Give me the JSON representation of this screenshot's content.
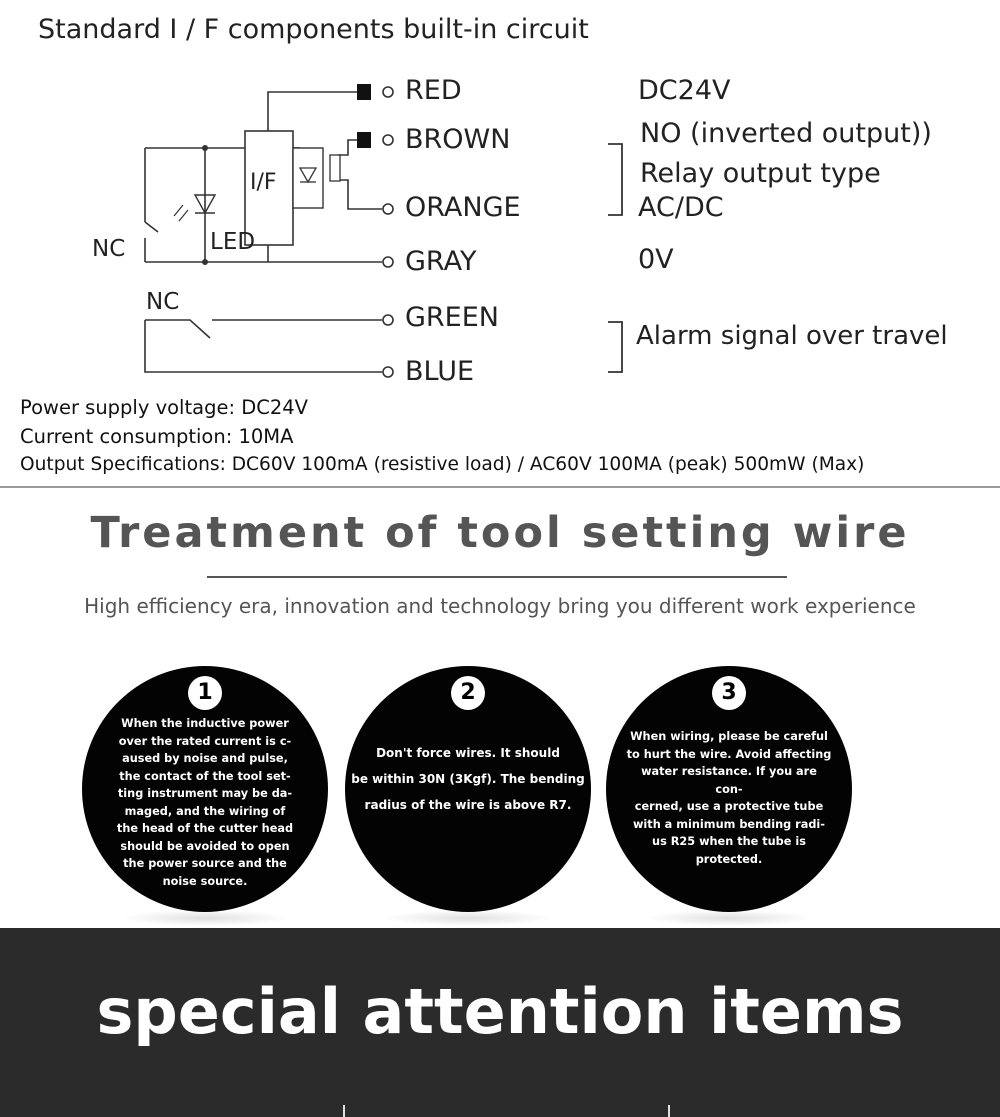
{
  "diagram": {
    "title": "Standard I / F components built-in circuit",
    "wires": [
      "RED",
      "BROWN",
      "ORANGE",
      "GRAY",
      "GREEN",
      "BLUE"
    ],
    "box_labels": {
      "if": "I/F",
      "led": "LED",
      "nc_top": "NC",
      "nc_bottom": "NC"
    },
    "descriptions": {
      "red": "DC24V",
      "relay_line1": "NO (inverted output))",
      "relay_line2": "Relay output type",
      "relay_line3": "AC/DC",
      "gray": "0V",
      "alarm": "Alarm signal over travel"
    },
    "specs": [
      "Power supply voltage: DC24V",
      "Current consumption: 10MA",
      "Output Specifications: DC60V 100mA (resistive load) / AC60V 100MA (peak) 500mW (Max)"
    ]
  },
  "treatment": {
    "title": "Treatment of tool setting wire",
    "subtitle": "High efficiency era, innovation and technology bring you different work experience",
    "items": [
      {
        "number": "1",
        "text": "When the inductive power\nover the rated current is c-\naused by noise and pulse,\nthe contact of the tool set-\nting instrument may be da-\nmaged, and the wiring of\nthe head of the cutter head\nshould be avoided to open\nthe power source and the\nnoise source."
      },
      {
        "number": "2",
        "text": "Don't force wires. It should\nbe within 30N (3Kgf). The bending\nradius of the wire is above R7."
      },
      {
        "number": "3",
        "text": "When wiring, please be careful\nto hurt the wire. Avoid affecting\nwater resistance. If you are con-\ncerned, use a protective tube\nwith a minimum bending radi-\nus R25 when the tube is\nprotected."
      }
    ]
  },
  "attention": {
    "title": "special attention items"
  }
}
